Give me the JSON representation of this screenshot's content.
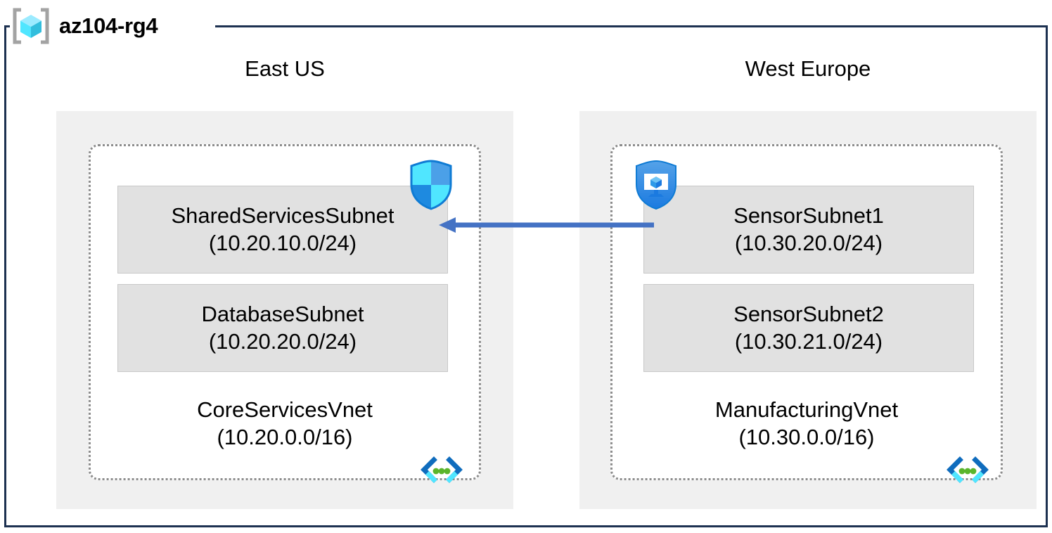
{
  "resource_group": {
    "name": "az104-rg4",
    "icon": "resource-group-cube-icon"
  },
  "regions": [
    {
      "title": "East US",
      "vnet": {
        "name": "CoreServicesVnet",
        "cidr": "(10.20.0.0/16)",
        "icon": "virtual-network-icon",
        "subnets": [
          {
            "name": "SharedServicesSubnet",
            "cidr": "(10.20.10.0/24)",
            "badge_icon": "network-security-group-shield-icon"
          },
          {
            "name": "DatabaseSubnet",
            "cidr": "(10.20.20.0/24)",
            "badge_icon": null
          }
        ]
      }
    },
    {
      "title": "West Europe",
      "vnet": {
        "name": "ManufacturingVnet",
        "cidr": "(10.30.0.0/16)",
        "icon": "virtual-network-icon",
        "subnets": [
          {
            "name": "SensorSubnet1",
            "cidr": "(10.30.20.0/24)",
            "badge_icon": "defender-for-cloud-shield-monitor-icon"
          },
          {
            "name": "SensorSubnet2",
            "cidr": "(10.30.21.0/24)",
            "badge_icon": null
          }
        ]
      }
    }
  ],
  "connection": {
    "name": "vnet-peering-arrow",
    "direction": "right-to-left",
    "color": "#4472c4"
  },
  "colors": {
    "frame_border": "#1d3151",
    "region_panel": "#f0f0f0",
    "subnet_fill": "#e1e1e1",
    "subnet_border": "#c8c8c8",
    "vnet_border": "#8c8c8c",
    "arrow": "#4472c4",
    "icon_cyan": "#50e6ff",
    "icon_blue": "#0078d4",
    "icon_gray": "#a3a3a3",
    "icon_green": "#5ab52b"
  }
}
